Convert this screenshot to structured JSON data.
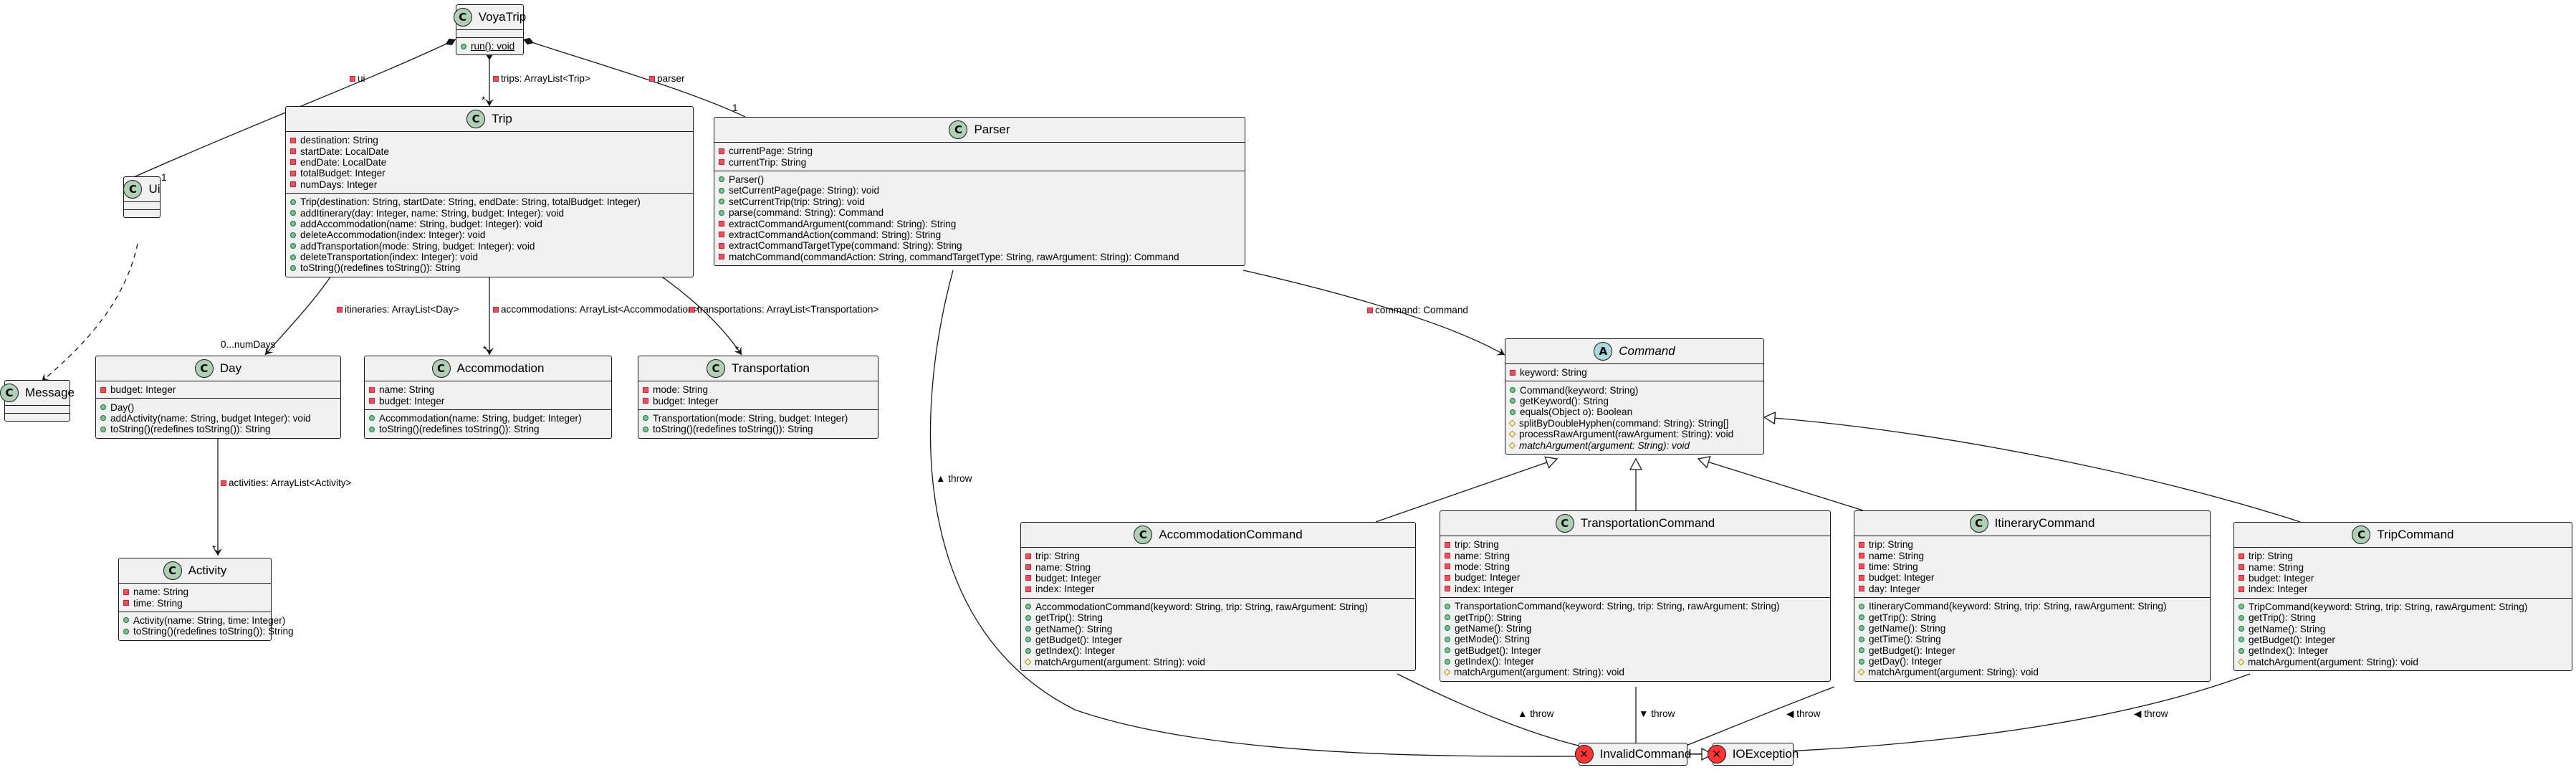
{
  "classes": {
    "voyatrip": {
      "name": "VoyaTrip",
      "badge": "C",
      "attrs": [],
      "methods": [
        {
          "v": "pub",
          "t": "run(): void",
          "u": true
        }
      ]
    },
    "trip": {
      "name": "Trip",
      "badge": "C",
      "attrs": [
        {
          "v": "pri",
          "t": "destination: String"
        },
        {
          "v": "pri",
          "t": "startDate: LocalDate"
        },
        {
          "v": "pri",
          "t": "endDate: LocalDate"
        },
        {
          "v": "pri",
          "t": "totalBudget: Integer"
        },
        {
          "v": "pri",
          "t": "numDays: Integer"
        }
      ],
      "methods": [
        {
          "v": "pub",
          "t": "Trip(destination: String, startDate: String, endDate: String, totalBudget: Integer)"
        },
        {
          "v": "pub",
          "t": "addItinerary(day: Integer, name: String, budget: Integer): void"
        },
        {
          "v": "pub",
          "t": "addAccommodation(name: String, budget: Integer): void"
        },
        {
          "v": "pub",
          "t": "deleteAccommodation(index: Integer): void"
        },
        {
          "v": "pub",
          "t": "addTransportation(mode: String, budget: Integer): void"
        },
        {
          "v": "pub",
          "t": "deleteTransportation(index: Integer): void"
        },
        {
          "v": "pub",
          "t": "toString()(redefines toString()): String"
        }
      ]
    },
    "parser": {
      "name": "Parser",
      "badge": "C",
      "attrs": [
        {
          "v": "pri",
          "t": "currentPage: String"
        },
        {
          "v": "pri",
          "t": "currentTrip: String"
        }
      ],
      "methods": [
        {
          "v": "pub",
          "t": "Parser()"
        },
        {
          "v": "pub",
          "t": "setCurrentPage(page: String): void"
        },
        {
          "v": "pub",
          "t": "setCurrentTrip(trip: String): void"
        },
        {
          "v": "pub",
          "t": "parse(command: String): Command"
        },
        {
          "v": "pri",
          "t": "extractCommandArgument(command: String): String"
        },
        {
          "v": "pri",
          "t": "extractCommandAction(command: String): String"
        },
        {
          "v": "pri",
          "t": "extractCommandTargetType(command: String): String"
        },
        {
          "v": "pri",
          "t": "matchCommand(commandAction: String, commandTargetType: String, rawArgument: String): Command"
        }
      ]
    },
    "ui": {
      "name": "Ui",
      "badge": "C",
      "attrs": [],
      "methods": []
    },
    "message": {
      "name": "Message",
      "badge": "C",
      "attrs": [],
      "methods": []
    },
    "day": {
      "name": "Day",
      "badge": "C",
      "attrs": [
        {
          "v": "pri",
          "t": "budget: Integer"
        }
      ],
      "methods": [
        {
          "v": "pub",
          "t": "Day()"
        },
        {
          "v": "pub",
          "t": "addActivity(name: String, budget Integer): void"
        },
        {
          "v": "pub",
          "t": "toString()(redefines toString()): String"
        }
      ]
    },
    "accommodation": {
      "name": "Accommodation",
      "badge": "C",
      "attrs": [
        {
          "v": "pri",
          "t": "name: String"
        },
        {
          "v": "pri",
          "t": "budget: Integer"
        }
      ],
      "methods": [
        {
          "v": "pub",
          "t": "Accommodation(name: String, budget: Integer)"
        },
        {
          "v": "pub",
          "t": "toString()(redefines toString()): String"
        }
      ]
    },
    "transportation": {
      "name": "Transportation",
      "badge": "C",
      "attrs": [
        {
          "v": "pri",
          "t": "mode: String"
        },
        {
          "v": "pri",
          "t": "budget: Integer"
        }
      ],
      "methods": [
        {
          "v": "pub",
          "t": "Transportation(mode: String, budget: Integer)"
        },
        {
          "v": "pub",
          "t": "toString()(redefines toString()): String"
        }
      ]
    },
    "activity": {
      "name": "Activity",
      "badge": "C",
      "attrs": [
        {
          "v": "pri",
          "t": "name: String"
        },
        {
          "v": "pri",
          "t": "time: String"
        }
      ],
      "methods": [
        {
          "v": "pub",
          "t": "Activity(name: String, time: Integer)"
        },
        {
          "v": "pub",
          "t": "toString()(redefines toString()): String"
        }
      ]
    },
    "command": {
      "name": "Command",
      "badge": "A",
      "abstract": true,
      "attrs": [
        {
          "v": "pri",
          "t": "keyword: String"
        }
      ],
      "methods": [
        {
          "v": "pub",
          "t": "Command(keyword: String)"
        },
        {
          "v": "pub",
          "t": "getKeyword(): String"
        },
        {
          "v": "pub",
          "t": "equals(Object o): Boolean"
        },
        {
          "v": "pro",
          "t": "splitByDoubleHyphen(command: String): String[]"
        },
        {
          "v": "pro",
          "t": "processRawArgument(rawArgument: String): void"
        },
        {
          "v": "pro",
          "t": "matchArgument(argument: String): void",
          "i": true
        }
      ]
    },
    "accommodationcommand": {
      "name": "AccommodationCommand",
      "badge": "C",
      "attrs": [
        {
          "v": "pri",
          "t": "trip: String"
        },
        {
          "v": "pri",
          "t": "name: String"
        },
        {
          "v": "pri",
          "t": "budget: Integer"
        },
        {
          "v": "pri",
          "t": "index: Integer"
        }
      ],
      "methods": [
        {
          "v": "pub",
          "t": "AccommodationCommand(keyword: String, trip: String, rawArgument: String)"
        },
        {
          "v": "pub",
          "t": "getTrip(): String"
        },
        {
          "v": "pub",
          "t": "getName(): String"
        },
        {
          "v": "pub",
          "t": "getBudget(): Integer"
        },
        {
          "v": "pub",
          "t": "getIndex(): Integer"
        },
        {
          "v": "pro",
          "t": "matchArgument(argument: String): void"
        }
      ]
    },
    "transportationcommand": {
      "name": "TransportationCommand",
      "badge": "C",
      "attrs": [
        {
          "v": "pri",
          "t": "trip: String"
        },
        {
          "v": "pri",
          "t": "name: String"
        },
        {
          "v": "pri",
          "t": "mode: String"
        },
        {
          "v": "pri",
          "t": "budget: Integer"
        },
        {
          "v": "pri",
          "t": "index: Integer"
        }
      ],
      "methods": [
        {
          "v": "pub",
          "t": "TransportationCommand(keyword: String, trip: String, rawArgument: String)"
        },
        {
          "v": "pub",
          "t": "getTrip(): String"
        },
        {
          "v": "pub",
          "t": "getName(): String"
        },
        {
          "v": "pub",
          "t": "getMode(): String"
        },
        {
          "v": "pub",
          "t": "getBudget(): Integer"
        },
        {
          "v": "pub",
          "t": "getIndex(): Integer"
        },
        {
          "v": "pro",
          "t": "matchArgument(argument: String): void"
        }
      ]
    },
    "itinerarycommand": {
      "name": "ItineraryCommand",
      "badge": "C",
      "attrs": [
        {
          "v": "pri",
          "t": "trip: String"
        },
        {
          "v": "pri",
          "t": "name: String"
        },
        {
          "v": "pri",
          "t": "time: String"
        },
        {
          "v": "pri",
          "t": "budget: Integer"
        },
        {
          "v": "pri",
          "t": "day: Integer"
        }
      ],
      "methods": [
        {
          "v": "pub",
          "t": "ItineraryCommand(keyword: String, trip: String, rawArgument: String)"
        },
        {
          "v": "pub",
          "t": "getTrip(): String"
        },
        {
          "v": "pub",
          "t": "getName(): String"
        },
        {
          "v": "pub",
          "t": "getTime(): String"
        },
        {
          "v": "pub",
          "t": "getBudget(): Integer"
        },
        {
          "v": "pub",
          "t": "getDay(): Integer"
        },
        {
          "v": "pro",
          "t": "matchArgument(argument: String): void"
        }
      ]
    },
    "tripcommand": {
      "name": "TripCommand",
      "badge": "C",
      "attrs": [
        {
          "v": "pri",
          "t": "trip: String"
        },
        {
          "v": "pri",
          "t": "name: String"
        },
        {
          "v": "pri",
          "t": "budget: Integer"
        },
        {
          "v": "pri",
          "t": "index: Integer"
        }
      ],
      "methods": [
        {
          "v": "pub",
          "t": "TripCommand(keyword: String, trip: String, rawArgument: String)"
        },
        {
          "v": "pub",
          "t": "getTrip(): String"
        },
        {
          "v": "pub",
          "t": "getName(): String"
        },
        {
          "v": "pub",
          "t": "getBudget(): Integer"
        },
        {
          "v": "pub",
          "t": "getIndex(): Integer"
        },
        {
          "v": "pro",
          "t": "matchArgument(argument: String): void"
        }
      ]
    },
    "invalidcommand": {
      "name": "InvalidCommand",
      "badge": "X",
      "attrs": [],
      "methods": [],
      "headerOnly": true
    },
    "ioexception": {
      "name": "IOException",
      "badge": "X",
      "attrs": [],
      "methods": [],
      "headerOnly": true
    }
  },
  "edges": {
    "ui": {
      "label": "ui",
      "mult": "1"
    },
    "trips": {
      "label": "trips: ArrayList<Trip>",
      "mult": "*"
    },
    "parser": {
      "label": "parser",
      "mult": "1"
    },
    "itineraries": {
      "label": "itineraries: ArrayList<Day>",
      "mult": "0...numDays"
    },
    "accommodations": {
      "label": "accommodations: ArrayList<Accommodation>",
      "mult": "*"
    },
    "transportations": {
      "label": "transportations: ArrayList<Transportation>",
      "mult": "*"
    },
    "activities": {
      "label": "activities: ArrayList<Activity>",
      "mult": "*"
    },
    "command": {
      "label": "command: Command"
    },
    "throw": {
      "label": "throw"
    }
  },
  "colors": {
    "box_fill": "#f1f1f1",
    "border": "#181818",
    "class_badge": "#add1b2",
    "abstract_badge": "#a9dcdf",
    "exception_badge": "#ff3333",
    "private": "#f24d5c",
    "public": "#84be84",
    "protected": "#fff7c8"
  }
}
